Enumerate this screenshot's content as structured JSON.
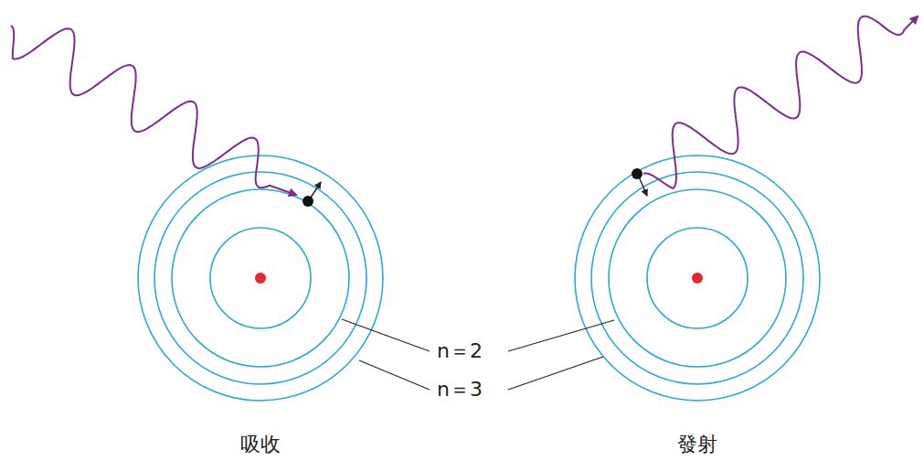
{
  "diagram": {
    "labels": [
      "n＝2",
      "n＝3",
      "吸收",
      "發射"
    ]
  }
}
